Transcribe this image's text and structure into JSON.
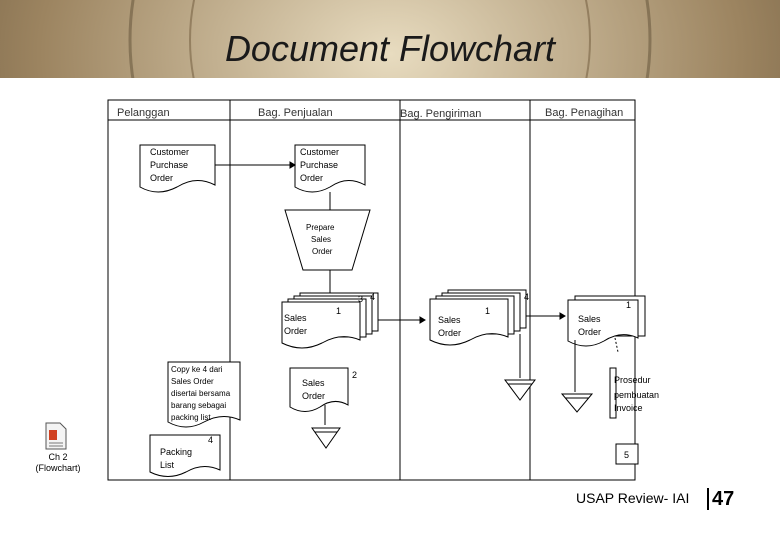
{
  "title": "Document Flowchart",
  "lanes": [
    "Pelanggan",
    "Bag. Penjualan",
    "Bag. Pengiriman",
    "Bag. Penagihan"
  ],
  "docs": {
    "cpo_left": [
      "Customer",
      "Purchase",
      "Order"
    ],
    "cpo_sales": [
      "Customer",
      "Purchase",
      "Order"
    ],
    "prepare": [
      "Prepare",
      "Sales",
      "Order"
    ],
    "so_sales": [
      "Sales",
      "Order"
    ],
    "so_ship": [
      "Sales",
      "Order"
    ],
    "so_bill": [
      "Sales",
      "Order"
    ],
    "so_sales2": [
      "Sales",
      "Order"
    ],
    "copy4": [
      "Copy ke 4 dari",
      "Sales Order",
      "disertai bersama",
      "barang sebagai",
      "packing list"
    ],
    "packing": [
      "Packing",
      "List"
    ],
    "invoice": [
      "Prosedur",
      "pembuatan",
      "Invoice"
    ]
  },
  "nums": {
    "sales_back": "3",
    "sales_back2": "4",
    "sales_front": "1",
    "ship_back": "4",
    "ship_front": "1",
    "bill_front": "1",
    "sales2": "2",
    "packing": "4",
    "connector": "5"
  },
  "file": {
    "name": "Ch 2",
    "sub": "(Flowchart)"
  },
  "footer": {
    "text": "USAP Review- IAI",
    "page": "47"
  }
}
